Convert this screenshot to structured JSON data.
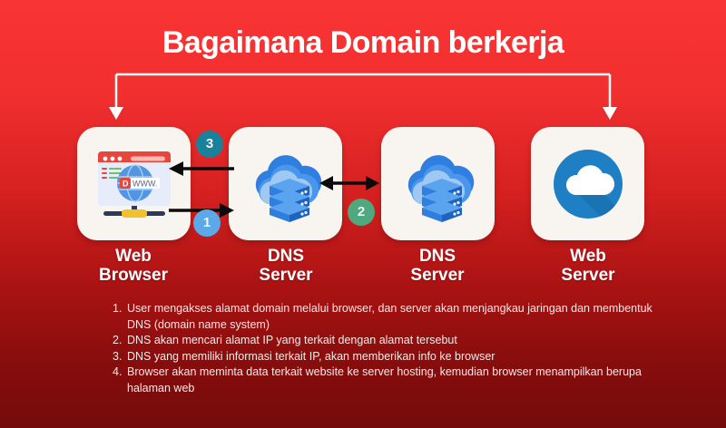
{
  "poster": {
    "title": "Bagaimana Domain berkerja",
    "background_top_color": "#f93434",
    "background_bottom_color": "#760b0b"
  },
  "cards": [
    {
      "label_line1": "Web",
      "label_line2": "Browser",
      "icon": "web-browser-window-icon"
    },
    {
      "label_line1": "DNS",
      "label_line2": "Server",
      "icon": "cloud-server-rack-icon"
    },
    {
      "label_line1": "DNS",
      "label_line2": "Server",
      "icon": "cloud-server-rack-icon"
    },
    {
      "label_line1": "Web",
      "label_line2": "Server",
      "icon": "cloud-circle-icon"
    }
  ],
  "badges": [
    {
      "number": "3",
      "color": "#1b8099"
    },
    {
      "number": "1",
      "color": "#5ba9e8"
    },
    {
      "number": "2",
      "color": "#4fa87e"
    }
  ],
  "browser_icon": {
    "address_text": "WWW.",
    "titlebar_color": "#e8453c",
    "globe_color": "#4a90e2",
    "stand_color": "#f2c12e"
  },
  "steps": [
    {
      "num": "1.",
      "text": "User mengakses alamat domain melalui browser, dan server akan menjangkau jaringan dan membentuk DNS (domain name system)"
    },
    {
      "num": "2.",
      "text": "DNS akan mencari alamat IP yang terkait dengan alamat tersebut"
    },
    {
      "num": "3.",
      "text": "DNS yang memiliki informasi terkait IP, akan memberikan info ke browser"
    },
    {
      "num": "4.",
      "text": "Browser akan meminta data terkait website ke server hosting, kemudian browser menampilkan berupa halaman web"
    }
  ]
}
